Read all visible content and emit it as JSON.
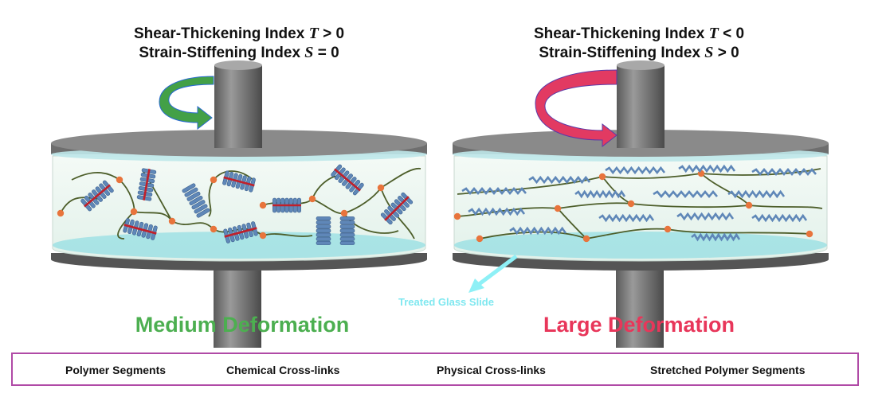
{
  "left_panel": {
    "title_line1_prefix": "Shear-Thickening Index ",
    "title_line1_symbol": "T",
    "title_line1_suffix": " > 0",
    "title_line2_prefix": "Strain-Stiffening Index ",
    "title_line2_symbol": "S",
    "title_line2_suffix": " = 0",
    "deformation_label": "Medium Deformation",
    "deformation_color": "#4caf50",
    "arrow_color": "#43a047"
  },
  "right_panel": {
    "title_line1_prefix": "Shear-Thickening Index ",
    "title_line1_symbol": "T",
    "title_line1_suffix": " < 0",
    "title_line2_prefix": "Strain-Stiffening Index ",
    "title_line2_symbol": "S",
    "title_line2_suffix": " > 0",
    "deformation_label": "Large Deformation",
    "deformation_color": "#e8365a",
    "arrow_color": "#e23a62"
  },
  "glass_slide_label": "Treated Glass Slide",
  "legend": {
    "items": [
      "Polymer Segments",
      "Chemical Cross-links",
      "Physical Cross-links",
      "Stretched Polymer Segments"
    ],
    "border_color": "#b04aa6"
  },
  "colors": {
    "plate": "#6e6e6e",
    "plate_top": "#8a8a8a",
    "gel": "#eef7f2",
    "glass": "#9fe0e4",
    "chain": "#4d5e2a",
    "crosslink": "#e8743c",
    "spring": "#5f87b8",
    "core": "#c0202a"
  }
}
